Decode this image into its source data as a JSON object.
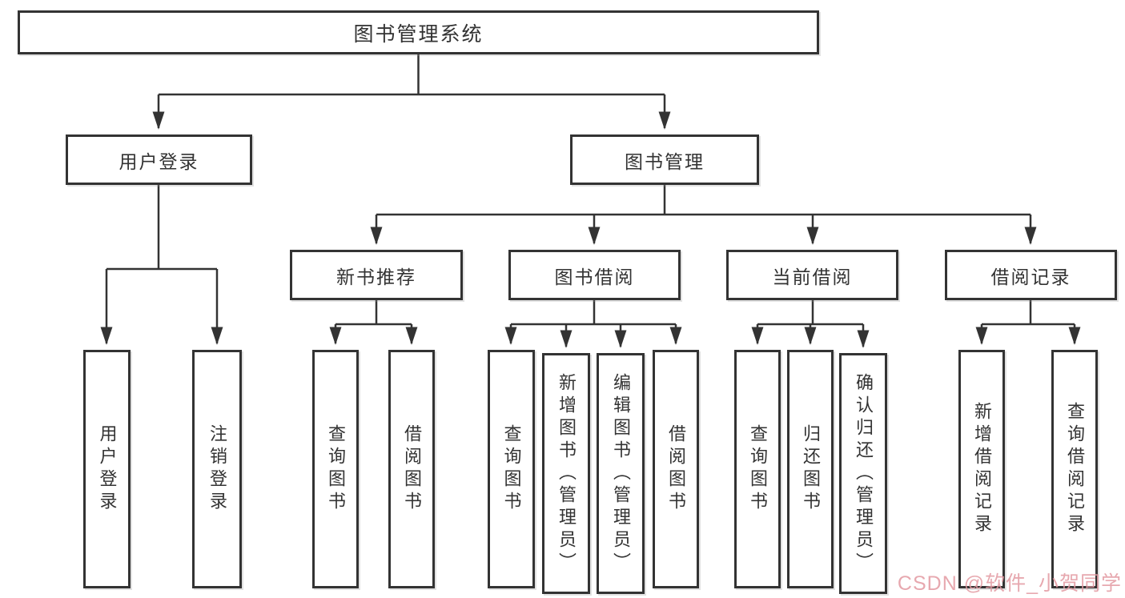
{
  "diagram": {
    "title": "图书管理系统",
    "nodes": {
      "root": "图书管理系统",
      "user_login": "用户登录",
      "book_management": "图书管理",
      "new_book_recommend": "新书推荐",
      "book_borrowing": "图书借阅",
      "current_borrowing": "当前借阅",
      "borrowing_records": "借阅记录",
      "leaf_user_login": "用户登录",
      "leaf_logout": "注销登录",
      "leaf_query_books_1": "查询图书",
      "leaf_borrow_books_1": "借阅图书",
      "leaf_query_books_2": "查询图书",
      "leaf_add_books_admin": "新增图书（管理员）",
      "leaf_edit_books_admin": "编辑图书（管理员）",
      "leaf_borrow_books_2": "借阅图书",
      "leaf_query_books_3": "查询图书",
      "leaf_return_books": "归还图书",
      "leaf_confirm_return_admin": "确认归还（管理员）",
      "leaf_add_borrow_record": "新增借阅记录",
      "leaf_query_borrow_record": "查询借阅记录"
    },
    "colors": {
      "line": "#333333",
      "text": "#333333",
      "background": "#ffffff"
    }
  },
  "watermark": {
    "text": "CSDN @软件_小贺同学",
    "color": "#e39aa2"
  }
}
